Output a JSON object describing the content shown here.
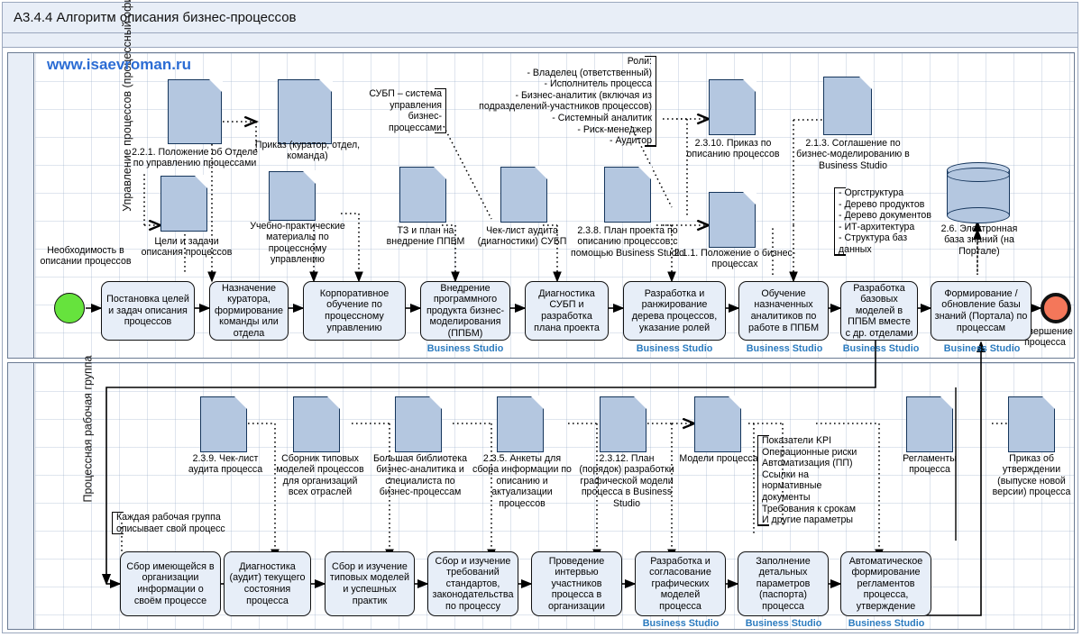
{
  "title": "A3.4.4 Алгоритм описания бизнес-процессов",
  "watermark": "www.isaevroman.ru",
  "colors": {
    "document_fill": "#b4c7e0",
    "document_stroke": "#16365c",
    "activity_fill": "#e7eef8",
    "lane_header_fill": "#e8eef7",
    "start_event": "#66e33d",
    "end_event": "#f4775a",
    "business_studio_text": "#2b7bbf",
    "watermark": "#2b6cd4"
  },
  "lanes": [
    {
      "name": "lane-process-office",
      "label": "Управление процессов (процессный офис)"
    },
    {
      "name": "lane-working-group",
      "label": "Процессная рабочая группа"
    }
  ],
  "events": {
    "start_label": "Необходимость в описании процессов",
    "end_label": "Завершение процесса"
  },
  "bs_label": "Business Studio",
  "top_documents": [
    {
      "id": "doc-2-2-1",
      "label": "2.2.1. Положение об Отделе по управлению процессами"
    },
    {
      "id": "doc-order-curator",
      "label": "Приказ (куратор, отдел, команда)"
    },
    {
      "id": "doc-goals",
      "label": "Цели и задачи описания процессов"
    },
    {
      "id": "doc-training-materials",
      "label": "Учебно-практические материалы по процессному управлению"
    },
    {
      "id": "doc-tz-plan",
      "label": "ТЗ и план на внедрение ППБМ"
    },
    {
      "id": "doc-checklist-subp",
      "label": "Чек-лист аудита (диагностики) СУБП"
    },
    {
      "id": "doc-2-3-8",
      "label": "2.3.8. План проекта по описанию процессов с помощью Business Studio"
    },
    {
      "id": "doc-2-1-1",
      "label": "2.1.1. Положение о бизнес-процессах"
    },
    {
      "id": "doc-2-3-10",
      "label": "2.3.10. Приказ по описанию процессов"
    },
    {
      "id": "doc-2-1-3",
      "label": "2.1.3. Соглашение по бизнес-моделированию в Business Studio"
    },
    {
      "id": "doc-2-6-kb",
      "label": "2.6. Электронная база знаний (на Портале)"
    }
  ],
  "top_notes": [
    {
      "id": "note-subp",
      "lines": [
        "СУБП – система",
        "управления",
        "бизнес-",
        "процессами"
      ]
    },
    {
      "id": "note-roles",
      "lines": [
        "Роли:",
        "- Владелец (ответственный)",
        "- Исполнитель процесса",
        "- Бизнес-аналитик (включая из",
        "подразделений-участников процессов)",
        "- Системный аналитик",
        "- Риск-менеджер",
        "- Аудитор"
      ]
    },
    {
      "id": "note-structures",
      "lines": [
        "- Оргструктура",
        "- Дерево продуктов",
        "- Дерево документов",
        "- ИТ-архитектура",
        "- Структура баз",
        "данных"
      ]
    }
  ],
  "top_activities": [
    {
      "id": "act-set-goals",
      "label": "Постановка целей и задач описания процессов",
      "bs": false
    },
    {
      "id": "act-assign-curator",
      "label": "Назначение куратора, формирование команды или отдела",
      "bs": false
    },
    {
      "id": "act-corporate-training",
      "label": "Корпоративное обучение по процессному управлению",
      "bs": false
    },
    {
      "id": "act-implement-ppbm",
      "label": "Внедрение программного продукта бизнес-моделирования (ППБМ)",
      "bs": true
    },
    {
      "id": "act-diagnostics-subp",
      "label": "Диагностика СУБП и разработка плана проекта",
      "bs": false
    },
    {
      "id": "act-process-tree",
      "label": "Разработка и ранжирование дерева процессов, указание ролей",
      "bs": true
    },
    {
      "id": "act-train-analysts",
      "label": "Обучение назначенных аналитиков по работе в ППБМ",
      "bs": true
    },
    {
      "id": "act-base-models",
      "label": "Разработка базовых моделей в ППБМ вместе с др. отделами",
      "bs": true
    },
    {
      "id": "act-knowledge-base",
      "label": "Формирование / обновление базы знаний (Портала) по процессам",
      "bs": true
    }
  ],
  "bottom_documents": [
    {
      "id": "doc-2-3-9",
      "label": "2.3.9. Чек-лист аудита процесса"
    },
    {
      "id": "doc-typical-models",
      "label": "Сборник типовых моделей процессов для организаций всех отраслей"
    },
    {
      "id": "doc-big-library",
      "label": "Большая библиотека бизнес-аналитика и специалиста по бизнес-процессам"
    },
    {
      "id": "doc-2-3-5",
      "label": "2.3.5. Анкеты для сбора информации по описанию и актуализации процессов"
    },
    {
      "id": "doc-2-3-12",
      "label": "2.3.12. План (порядок) разработки графической модели процесса в Business Studio"
    },
    {
      "id": "doc-process-models",
      "label": "Модели процесса"
    },
    {
      "id": "doc-regulations",
      "label": "Регламенты процесса"
    },
    {
      "id": "doc-approval-order",
      "label": "Приказ об утверждении (выпуске новой версии) процесса"
    }
  ],
  "bottom_notes": [
    {
      "id": "note-each-group",
      "lines": [
        "Каждая рабочая группа",
        "описывает свой процесс"
      ]
    },
    {
      "id": "note-kpi",
      "lines": [
        "Показатели KPI",
        "Операционные риски",
        "Автоматизация (ПП)",
        "Ссылки на",
        "нормативные",
        "документы",
        "Требования к срокам",
        "И другие параметры"
      ]
    }
  ],
  "bottom_activities": [
    {
      "id": "act-collect-info",
      "label": "Сбор имеющейся в организации информации о своём процессе",
      "bs": false
    },
    {
      "id": "act-audit-current",
      "label": "Диагностика (аудит) текущего состояния процесса",
      "bs": false
    },
    {
      "id": "act-study-models",
      "label": "Сбор и изучение типовых моделей и успешных практик",
      "bs": false
    },
    {
      "id": "act-study-standards",
      "label": "Сбор и изучение требований стандартов, законодательства по процессу",
      "bs": false
    },
    {
      "id": "act-interviews",
      "label": "Проведение интервью участников процесса в организации",
      "bs": false
    },
    {
      "id": "act-graphic-models",
      "label": "Разработка и согласование графических моделей процесса",
      "bs": true
    },
    {
      "id": "act-detail-params",
      "label": "Заполнение детальных параметров (паспорта) процесса",
      "bs": true
    },
    {
      "id": "act-auto-regulations",
      "label": "Автоматическое формирование регламентов процесса, утверждение",
      "bs": true
    }
  ]
}
